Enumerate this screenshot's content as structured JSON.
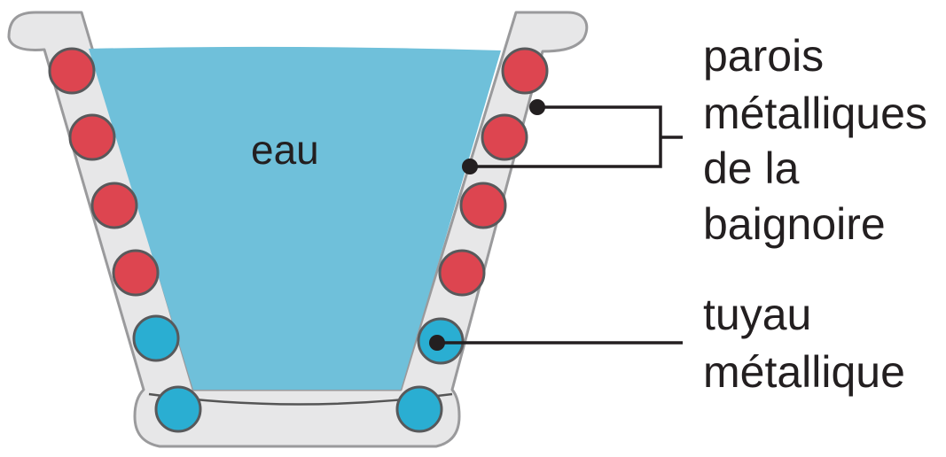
{
  "labels": {
    "water": "eau",
    "walls_line1": "parois",
    "walls_line2": "métalliques",
    "walls_line3": "de la",
    "walls_line4": "baignoire",
    "pipe_line1": "tuyau",
    "pipe_line2": "métallique"
  },
  "colors": {
    "water": "#6fc0da",
    "wall": "#e7e7e8",
    "outline": "#9a9a9c",
    "hot_pipe": "#dd4550",
    "cold_pipe": "#2aaed2",
    "line": "#231f20",
    "text": "#231f20"
  },
  "pipes": {
    "left_wall": [
      "hot",
      "hot",
      "hot",
      "hot",
      "cold"
    ],
    "right_wall": [
      "hot",
      "hot",
      "hot",
      "hot",
      "cold"
    ],
    "bottom": [
      "cold",
      "cold"
    ]
  }
}
